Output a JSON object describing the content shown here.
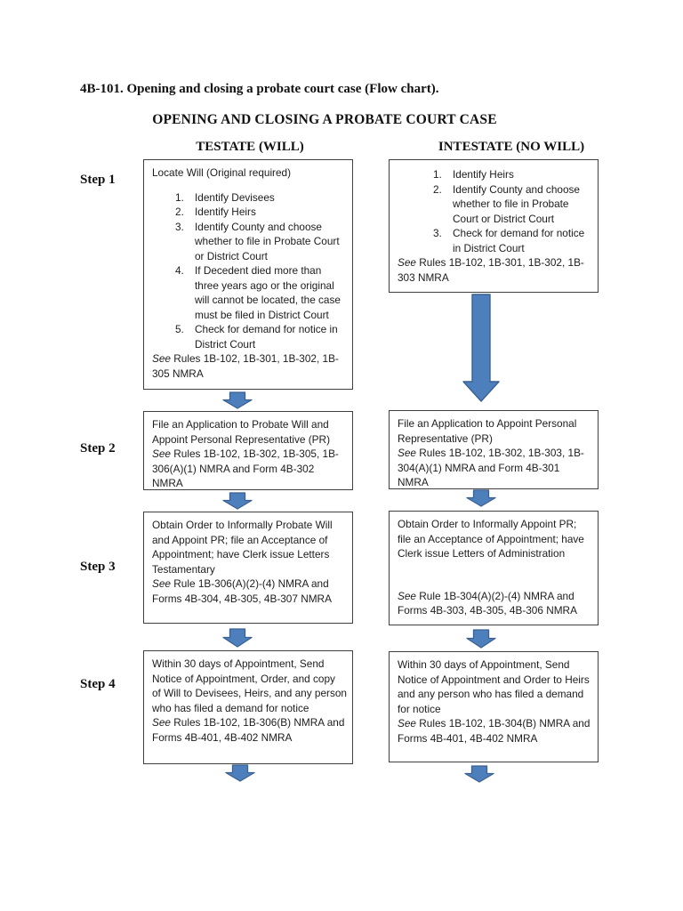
{
  "page": {
    "statute_heading": "4B-101. Opening and closing a probate court case (Flow chart).",
    "main_title": "OPENING AND CLOSING A PROBATE COURT CASE",
    "column_headers": {
      "testate": "TESTATE (WILL)",
      "intestate": "INTESTATE (NO WILL)"
    },
    "step_labels": [
      "Step 1",
      "Step 2",
      "Step 3",
      "Step 4"
    ]
  },
  "arrows": {
    "fill": "#4e7fbd",
    "stroke": "#3a6191"
  },
  "testate": {
    "step1": {
      "intro": "Locate Will (Original required)",
      "items": [
        {
          "num": "1.",
          "text": "Identify Devisees"
        },
        {
          "num": "2.",
          "text": "Identify Heirs"
        },
        {
          "num": "3.",
          "text": "Identify County and choose whether to file in Probate Court or District Court"
        },
        {
          "num": "4.",
          "text": "If Decedent died more than three years ago or the original will cannot be located, the case must be filed in District Court"
        },
        {
          "num": "5.",
          "text": "Check for demand for notice in District Court"
        }
      ],
      "see": "See",
      "cite": " Rules 1B-102, 1B-301, 1B-302, 1B-305 NMRA"
    },
    "step2": {
      "body": "File an Application to Probate Will and Appoint Personal Representative (PR)",
      "see": "See",
      "cite": " Rules 1B-102, 1B-302, 1B-305, 1B-306(A)(1) NMRA and Form 4B-302 NMRA"
    },
    "step3": {
      "body": "Obtain Order to Informally Probate Will and Appoint PR; file an Acceptance of Appointment; have Clerk issue Letters Testamentary",
      "see": "See",
      "cite": " Rule 1B-306(A)(2)-(4) NMRA and Forms 4B-304, 4B-305, 4B-307 NMRA"
    },
    "step4": {
      "body": "Within 30 days of Appointment, Send Notice of Appointment, Order, and copy of Will to Devisees, Heirs, and any person who has filed a demand for notice",
      "see": "See",
      "cite": " Rules 1B-102, 1B-306(B) NMRA and Forms 4B-401, 4B-402 NMRA"
    }
  },
  "intestate": {
    "step1": {
      "items": [
        {
          "num": "1.",
          "text": "Identify Heirs"
        },
        {
          "num": "2.",
          "text": "Identify County and choose whether to file in Probate Court or District Court"
        },
        {
          "num": "3.",
          "text": "Check for demand for notice in District Court"
        }
      ],
      "see": "See",
      "cite": " Rules 1B-102, 1B-301, 1B-302, 1B-303 NMRA"
    },
    "step2": {
      "body": "File an Application to Appoint Personal Representative (PR)",
      "see": "See",
      "cite": " Rules 1B-102, 1B-302, 1B-303, 1B-304(A)(1) NMRA and Form 4B-301 NMRA"
    },
    "step3": {
      "body": "Obtain Order to Informally Appoint PR; file an Acceptance of Appointment; have Clerk issue Letters of Administration",
      "see": "See",
      "cite": " Rule 1B-304(A)(2)-(4) NMRA and Forms 4B-303, 4B-305, 4B-306 NMRA"
    },
    "step4": {
      "body": "Within 30 days of Appointment, Send Notice of Appointment and Order to Heirs and any person who has filed a demand for notice",
      "see": "See",
      "cite": " Rules 1B-102, 1B-304(B) NMRA and Forms 4B-401, 4B-402 NMRA"
    }
  }
}
